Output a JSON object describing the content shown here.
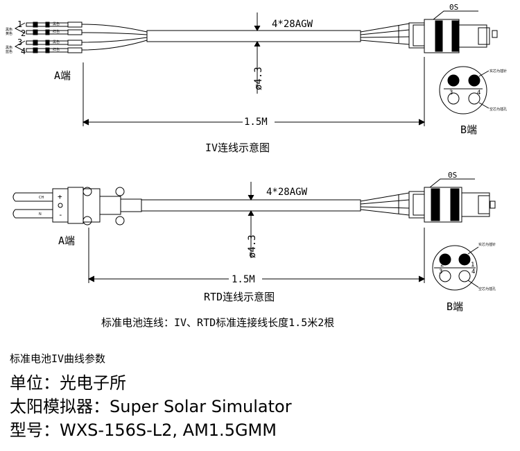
{
  "diagram1": {
    "caption": "IV连线示意图",
    "wire_label": "4*28AGW",
    "diameter": "ø4.3",
    "length": "1.5M",
    "end_a": "A端",
    "end_b": "B端",
    "connector_label": "0S",
    "pins": [
      "1",
      "2",
      "3",
      "4"
    ],
    "pin_tags": [
      "黑色",
      "红色",
      "黑色",
      "红色"
    ],
    "wire_tags": [
      "黑色",
      "黄色",
      "黑色",
      "蓝色"
    ],
    "pin_numbers": [
      "1",
      "2",
      "3",
      "4"
    ],
    "legend_solid": "实芯为插针",
    "legend_hollow": "空芯为插孔"
  },
  "diagram2": {
    "caption": "RTD连线示意图",
    "wire_label": "4*28AGW",
    "diameter": "ø4.3",
    "length": "1.5M",
    "end_a": "A端",
    "end_b": "B端",
    "connector_label": "0S",
    "plug_labels": [
      "CH",
      "N"
    ],
    "plus": "+",
    "minus": "-",
    "pin_numbers": [
      "1",
      "2",
      "3",
      "4"
    ],
    "legend_solid": "实芯为插针",
    "legend_hollow": "空芯为插孔"
  },
  "summary": "标准电池连线：IV、RTD标准连接线长度1.5米2根",
  "section": {
    "title": "标准电池IV曲线参数",
    "unit": "单位：光电子所",
    "simulator": "太阳模拟器：Super Solar Simulator",
    "model": "型号：WXS-156S-L2, AM1.5GMM"
  }
}
